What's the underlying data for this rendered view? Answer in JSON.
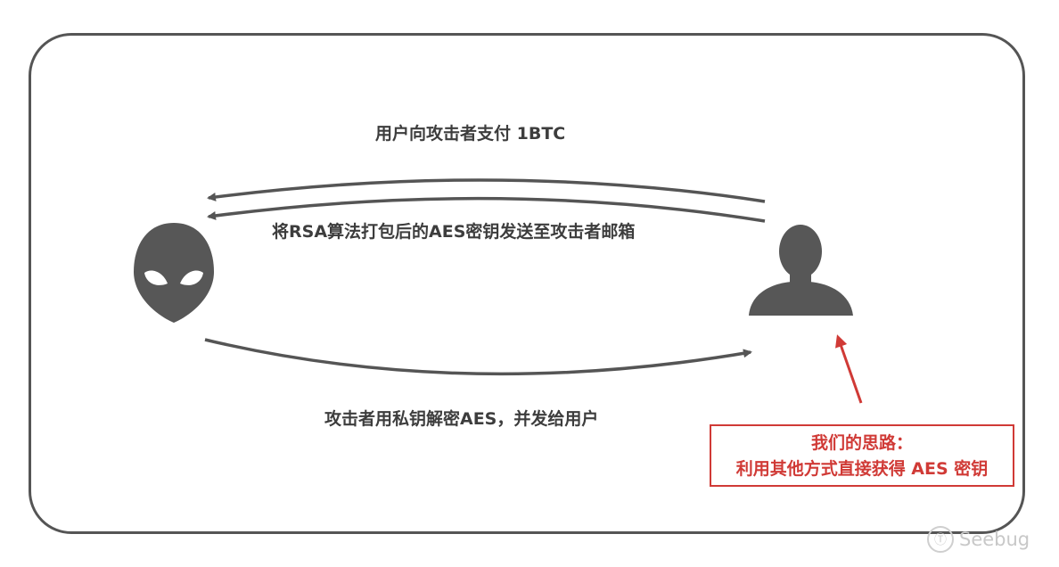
{
  "labels": {
    "pay": "用户向攻击者支付 1BTC",
    "send": "将RSA算法打包后的AES密钥发送至攻击者邮箱",
    "decrypt": "攻击者用私钥解密AES，并发给用户"
  },
  "note": {
    "line1": "我们的思路：",
    "line2": "利用其他方式直接获得 AES 密钥"
  },
  "icons": {
    "attacker": "alien-head-icon",
    "user": "user-silhouette-icon"
  },
  "colors": {
    "frame": "#555555",
    "text": "#3d3d3d",
    "accent": "#d03a36",
    "icon": "#575757"
  },
  "watermark": {
    "symbol": "Ⓣ",
    "text": "Seebug"
  }
}
